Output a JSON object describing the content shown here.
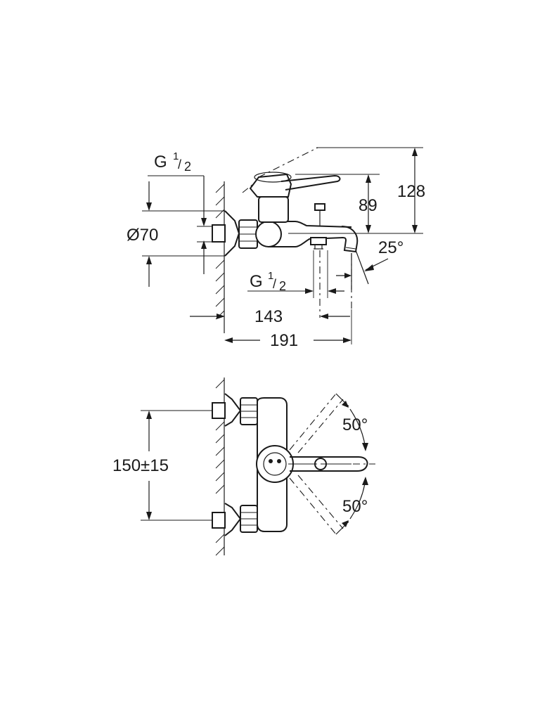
{
  "side_view": {
    "thread_top": {
      "letter": "G",
      "num": "1",
      "den": "2"
    },
    "thread_bottom": {
      "letter": "G",
      "num": "1",
      "den": "2"
    },
    "dim_diameter": "Ø70",
    "dim_89": "89",
    "dim_128": "128",
    "dim_angle": "25°",
    "dim_143": "143",
    "dim_191": "191"
  },
  "front_view": {
    "dim_centers": "150±15",
    "dim_angle_up": "50°",
    "dim_angle_down": "50°"
  }
}
